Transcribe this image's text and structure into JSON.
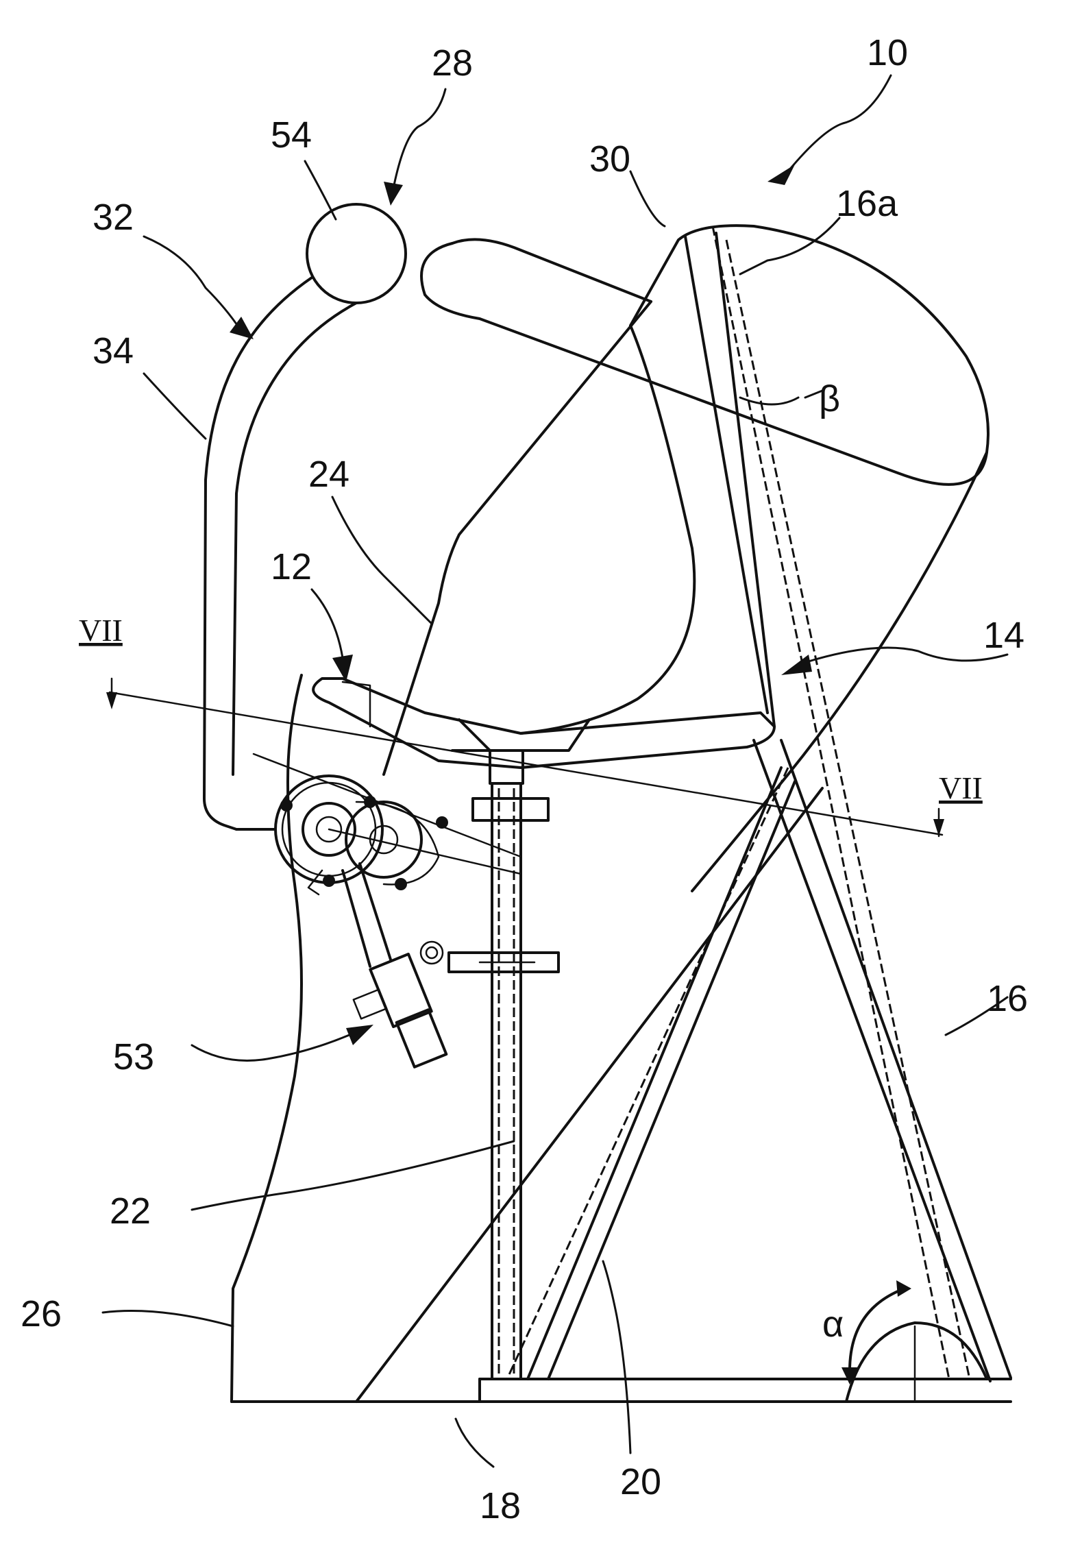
{
  "figure": {
    "labels": {
      "l10": "10",
      "l28": "28",
      "l54": "54",
      "l30": "30",
      "l16a": "16a",
      "l32": "32",
      "l34": "34",
      "beta": "β",
      "l24": "24",
      "l12": "12",
      "l14": "14",
      "vii_left": "VII",
      "vii_right": "VII",
      "l16": "16",
      "l53": "53",
      "l22": "22",
      "l26": "26",
      "alpha": "α",
      "l18": "18",
      "l20": "20"
    }
  }
}
